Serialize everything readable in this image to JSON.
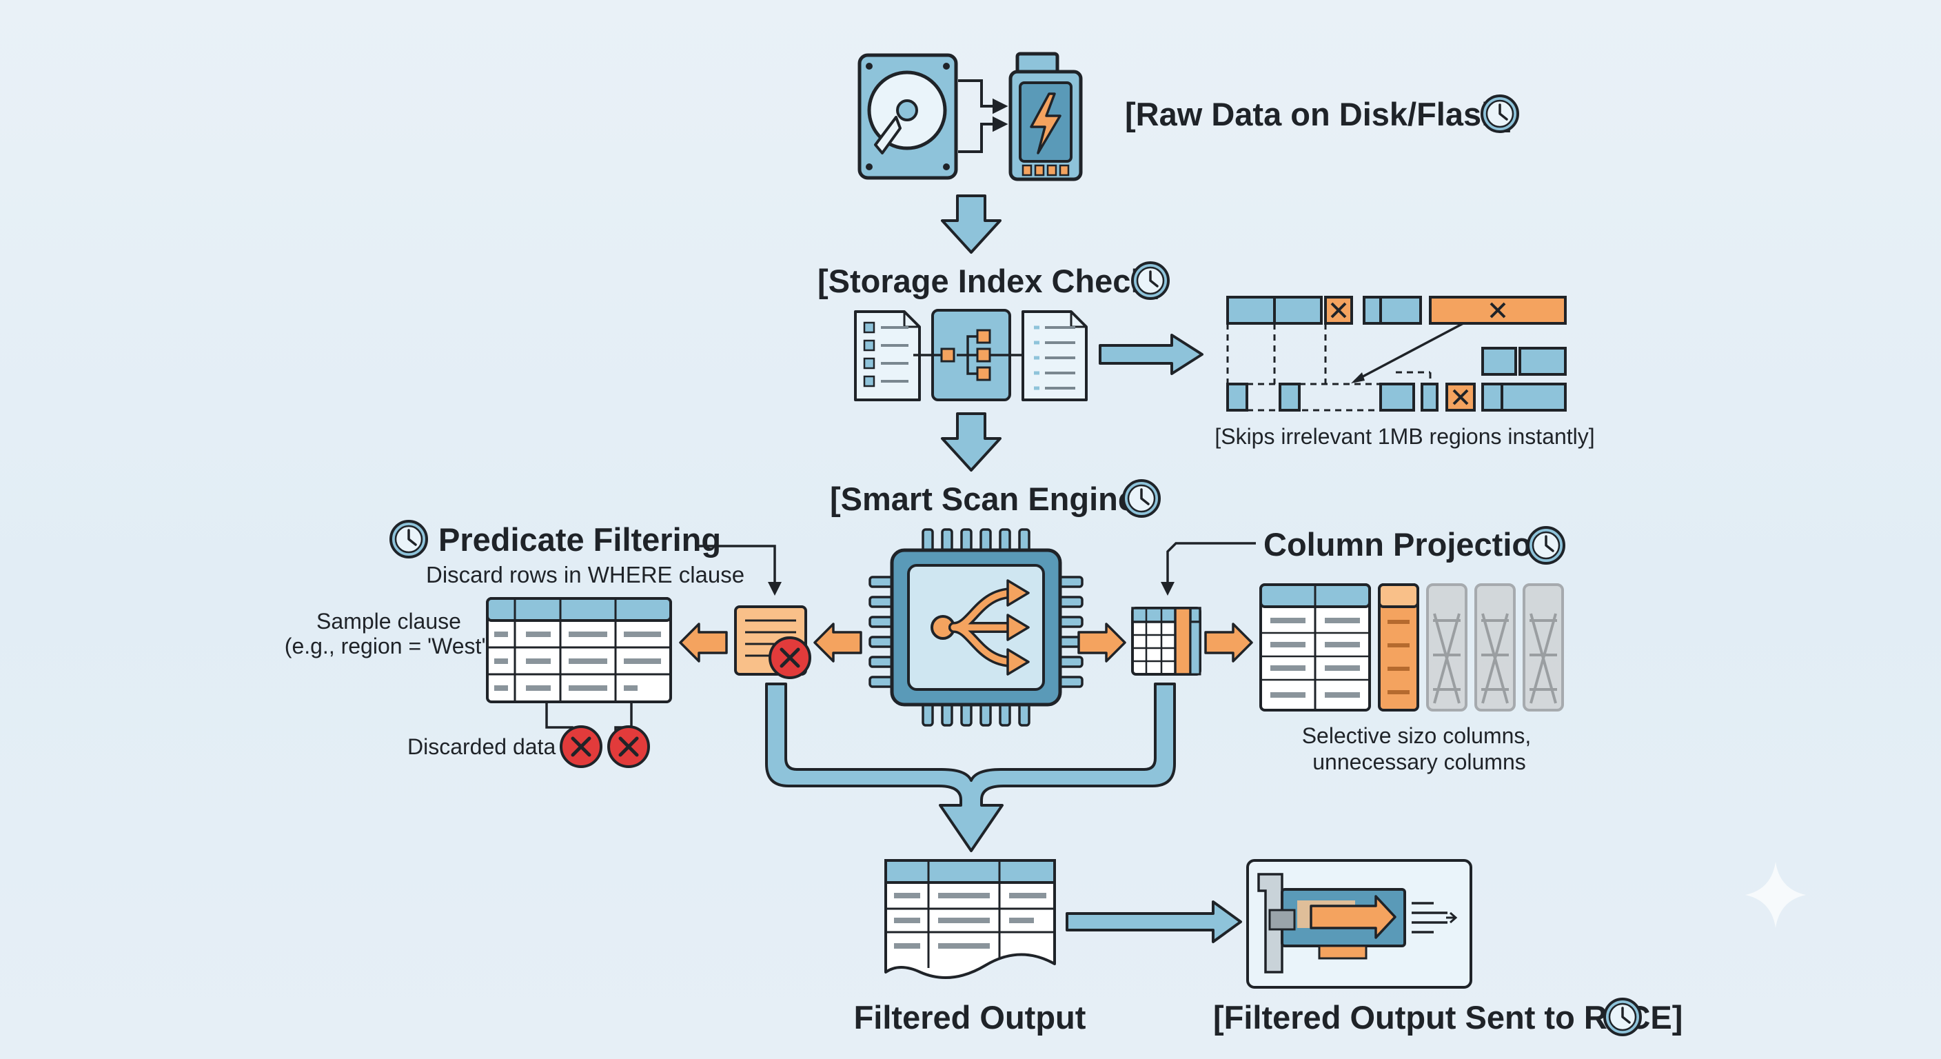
{
  "nodes": {
    "raw_data": "[Raw Data on Disk/Flash]",
    "storage_index": "[Storage Index Check]",
    "storage_index_note": "[Skips irrelevant 1MB regions instantly]",
    "smart_scan": "[Smart Scan Engine]",
    "predicate_title": "Predicate Filtering",
    "predicate_sub": "Discard rows in WHERE clause",
    "sample_clause_1": "Sample clause",
    "sample_clause_2": "(e.g., region = 'West')",
    "discarded": "Discarded data",
    "column_title": "Column Projection",
    "column_note_1": "Selective sizo columns,",
    "column_note_2": "unnecessary columns",
    "filtered_output": "Filtered Output",
    "roce": "[Filtered Output Sent to RoCE]"
  },
  "colors": {
    "blue": "#8ec3da",
    "blue_dark": "#5a9ab8",
    "orange": "#f4a35f",
    "red": "#e23b3b",
    "outline": "#1f2328",
    "gray": "#c9c9c9"
  },
  "icons": [
    "hard-drive-icon",
    "flash-card-icon",
    "clock-icon",
    "document-icon",
    "decision-tree-icon",
    "cpu-chip-icon",
    "table-icon",
    "network-card-icon",
    "x-circle-icon",
    "sparkle-icon"
  ]
}
